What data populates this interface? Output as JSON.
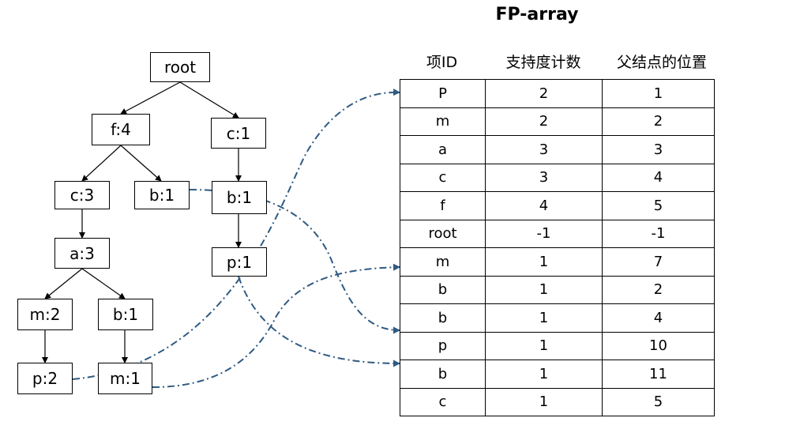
{
  "title": "FP-array",
  "headers": [
    "项ID",
    "支持度计数",
    "父结点的位置"
  ],
  "rows": [
    [
      "P",
      "2",
      "1"
    ],
    [
      "m",
      "2",
      "2"
    ],
    [
      "a",
      "3",
      "3"
    ],
    [
      "c",
      "3",
      "4"
    ],
    [
      "f",
      "4",
      "5"
    ],
    [
      "root",
      "-1",
      "-1"
    ],
    [
      "m",
      "1",
      "7"
    ],
    [
      "b",
      "1",
      "2"
    ],
    [
      "b",
      "1",
      "4"
    ],
    [
      "p",
      "1",
      "10"
    ],
    [
      "b",
      "1",
      "11"
    ],
    [
      "c",
      "1",
      "5"
    ]
  ],
  "tree": {
    "root": "root",
    "f4": "f:4",
    "c1": "c:1",
    "c3": "c:3",
    "b1a": "b:1",
    "b1b": "b:1",
    "a3": "a:3",
    "p1": "p:1",
    "m2": "m:2",
    "b1c": "b:1",
    "p2": "p:2",
    "m1": "m:1"
  },
  "colors": {
    "dashed_link": "#2f5a82"
  }
}
